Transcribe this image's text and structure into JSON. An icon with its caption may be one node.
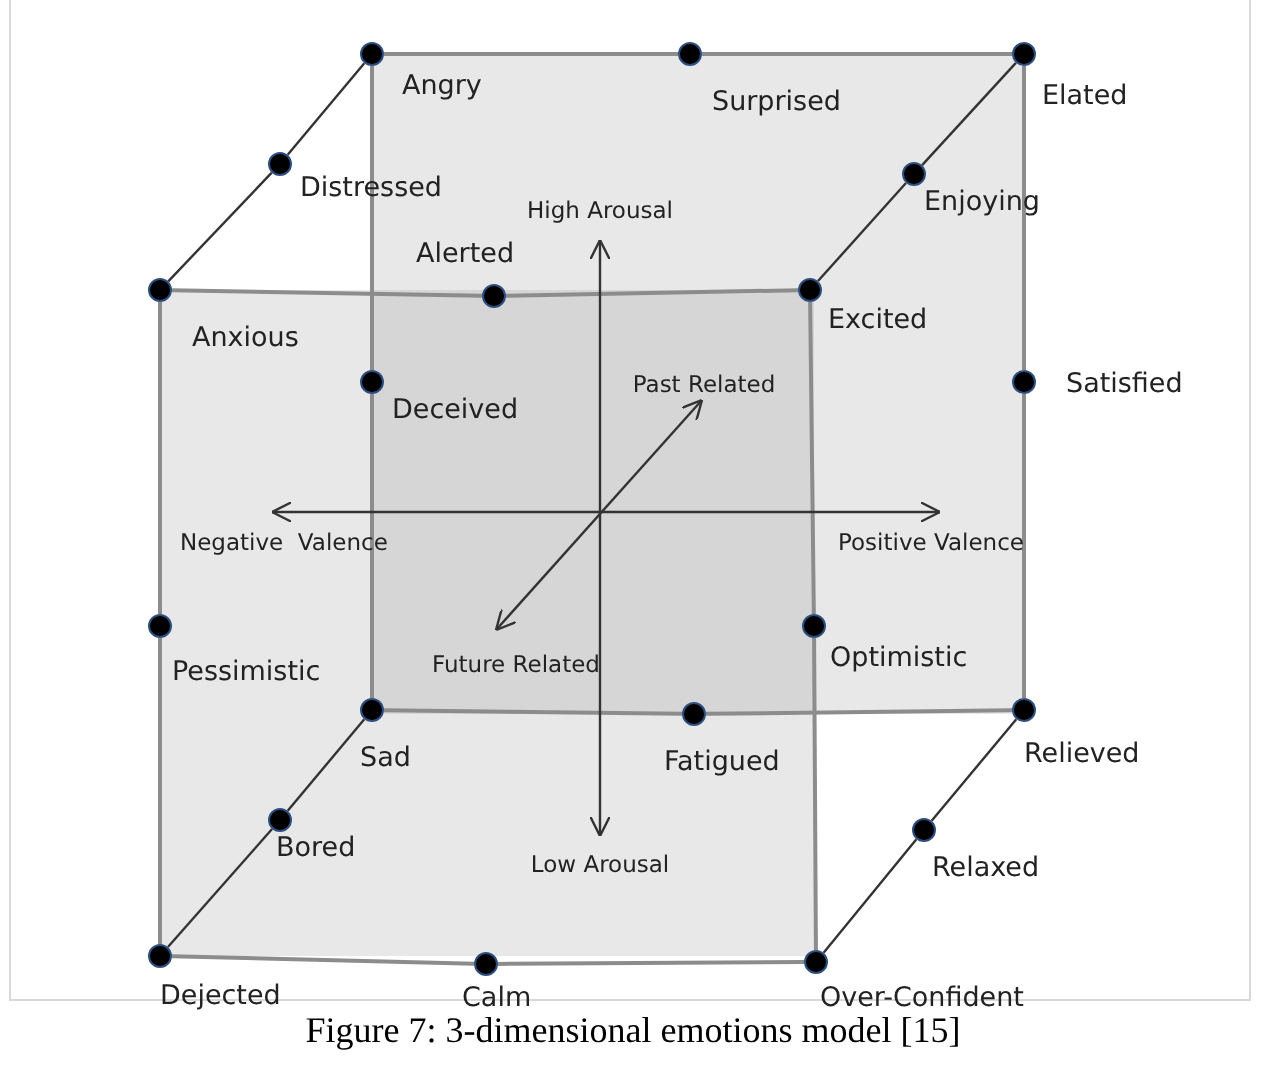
{
  "diagram": {
    "caption": "Figure 7: 3-dimensional emotions model [15]",
    "nodes": [
      {
        "text": [],
        "shape": "circle",
        "beside": [
          "Angry"
        ]
      },
      {
        "text": [],
        "shape": "circle",
        "beside": [
          "Surprised"
        ]
      },
      {
        "text": [],
        "shape": "circle",
        "beside": [
          "Elated"
        ]
      },
      {
        "text": [],
        "shape": "circle",
        "beside": [
          "Distressed"
        ]
      },
      {
        "text": [],
        "shape": "circle",
        "beside": [
          "Enjoying"
        ]
      },
      {
        "text": [],
        "shape": "circle",
        "beside": [
          "Anxious"
        ]
      },
      {
        "text": [],
        "shape": "circle",
        "beside": [
          "Alerted"
        ]
      },
      {
        "text": [],
        "shape": "circle",
        "beside": [
          "Excited"
        ]
      },
      {
        "text": [],
        "shape": "circle",
        "beside": [
          "Deceived"
        ]
      },
      {
        "text": [],
        "shape": "circle",
        "beside": [
          "Satisfied"
        ]
      },
      {
        "text": [],
        "shape": "circle",
        "beside": [
          "Pessimistic"
        ]
      },
      {
        "text": [],
        "shape": "circle",
        "beside": [
          "Optimistic"
        ]
      },
      {
        "text": [],
        "shape": "circle",
        "beside": [
          "Sad"
        ]
      },
      {
        "text": [],
        "shape": "circle",
        "beside": [
          "Fatigued"
        ]
      },
      {
        "text": [],
        "shape": "circle",
        "beside": [
          "Relieved"
        ]
      },
      {
        "text": [],
        "shape": "circle",
        "beside": [
          "Bored"
        ]
      },
      {
        "text": [],
        "shape": "circle",
        "beside": [
          "Relaxed"
        ]
      },
      {
        "text": [],
        "shape": "circle",
        "beside": [
          "Dejected"
        ]
      },
      {
        "text": [],
        "shape": "circle",
        "beside": [
          "Calm"
        ]
      },
      {
        "text": [],
        "shape": "circle",
        "beside": [
          "Over-Confident"
        ]
      }
    ],
    "edges": [
      {
        "from": 0,
        "to": 1,
        "arrow": "none"
      },
      {
        "from": 1,
        "to": 2,
        "arrow": "none"
      },
      {
        "from": 2,
        "to": 9,
        "arrow": "none"
      },
      {
        "from": 9,
        "to": 14,
        "arrow": "none"
      },
      {
        "from": 14,
        "to": 13,
        "arrow": "none"
      },
      {
        "from": 13,
        "to": 12,
        "arrow": "none"
      },
      {
        "from": 12,
        "to": 8,
        "arrow": "none"
      },
      {
        "from": 8,
        "to": 0,
        "arrow": "none"
      },
      {
        "from": 5,
        "to": 6,
        "arrow": "none"
      },
      {
        "from": 6,
        "to": 7,
        "arrow": "none"
      },
      {
        "from": 7,
        "to": 11,
        "arrow": "none"
      },
      {
        "from": 11,
        "to": 19,
        "arrow": "none"
      },
      {
        "from": 19,
        "to": 18,
        "arrow": "none"
      },
      {
        "from": 18,
        "to": 17,
        "arrow": "none"
      },
      {
        "from": 17,
        "to": 10,
        "arrow": "none"
      },
      {
        "from": 10,
        "to": 5,
        "arrow": "none"
      },
      {
        "from": 5,
        "to": 3,
        "arrow": "none",
        "color": "#333333"
      },
      {
        "from": 3,
        "to": 0,
        "arrow": "none",
        "color": "#333333"
      },
      {
        "from": 7,
        "to": 4,
        "arrow": "none",
        "color": "#333333"
      },
      {
        "from": 4,
        "to": 2,
        "arrow": "none",
        "color": "#333333"
      },
      {
        "from": 17,
        "to": 15,
        "arrow": "none",
        "color": "#333333"
      },
      {
        "from": 15,
        "to": 12,
        "arrow": "none",
        "color": "#333333"
      },
      {
        "from": 19,
        "to": 16,
        "arrow": "none",
        "color": "#333333"
      },
      {
        "from": 16,
        "to": 14,
        "arrow": "none",
        "color": "#333333"
      }
    ],
    "labels": [
      "High Arousal",
      "Past Related",
      "Negative  Valence",
      "Positive Valence",
      "Future Related",
      "Low Arousal"
    ]
  }
}
